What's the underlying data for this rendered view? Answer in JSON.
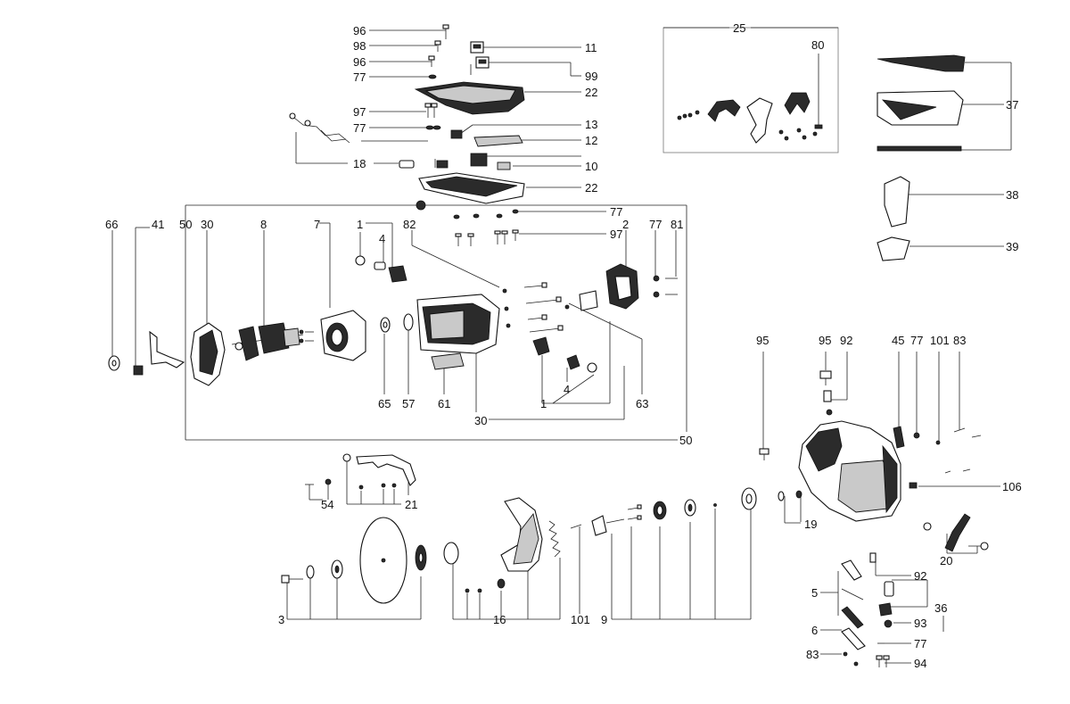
{
  "labels": {
    "l96a": "96",
    "l98": "98",
    "l96b": "96",
    "l77a": "77",
    "l11": "11",
    "l99": "99",
    "l22a": "22",
    "l97a": "97",
    "l77b": "77",
    "l13": "13",
    "l12": "12",
    "l18": "18",
    "l10": "10",
    "l22b": "22",
    "l77c": "77",
    "l97b": "97",
    "l25": "25",
    "l80": "80",
    "l37": "37",
    "l38": "38",
    "l39": "39",
    "l66": "66",
    "l41": "41",
    "l50a": "50",
    "l30a": "30",
    "l8": "8",
    "l7": "7",
    "l1a": "1",
    "l4a": "4",
    "l82": "82",
    "l2": "2",
    "l77d": "77",
    "l81": "81",
    "l65": "65",
    "l57": "57",
    "l61": "61",
    "l30b": "30",
    "l4b": "4",
    "l1b": "1",
    "l63": "63",
    "l50b": "50",
    "l95a": "95",
    "l95b": "95",
    "l92a": "92",
    "l45": "45",
    "l77e": "77",
    "l101a": "101",
    "l83a": "83",
    "l106": "106",
    "l19": "19",
    "l54": "54",
    "l21": "21",
    "l20": "20",
    "l92b": "92",
    "l5": "5",
    "l36": "36",
    "l93": "93",
    "l6": "6",
    "l77f": "77",
    "l83b": "83",
    "l94": "94",
    "l3": "3",
    "l16": "16",
    "l101b": "101",
    "l9": "9"
  }
}
